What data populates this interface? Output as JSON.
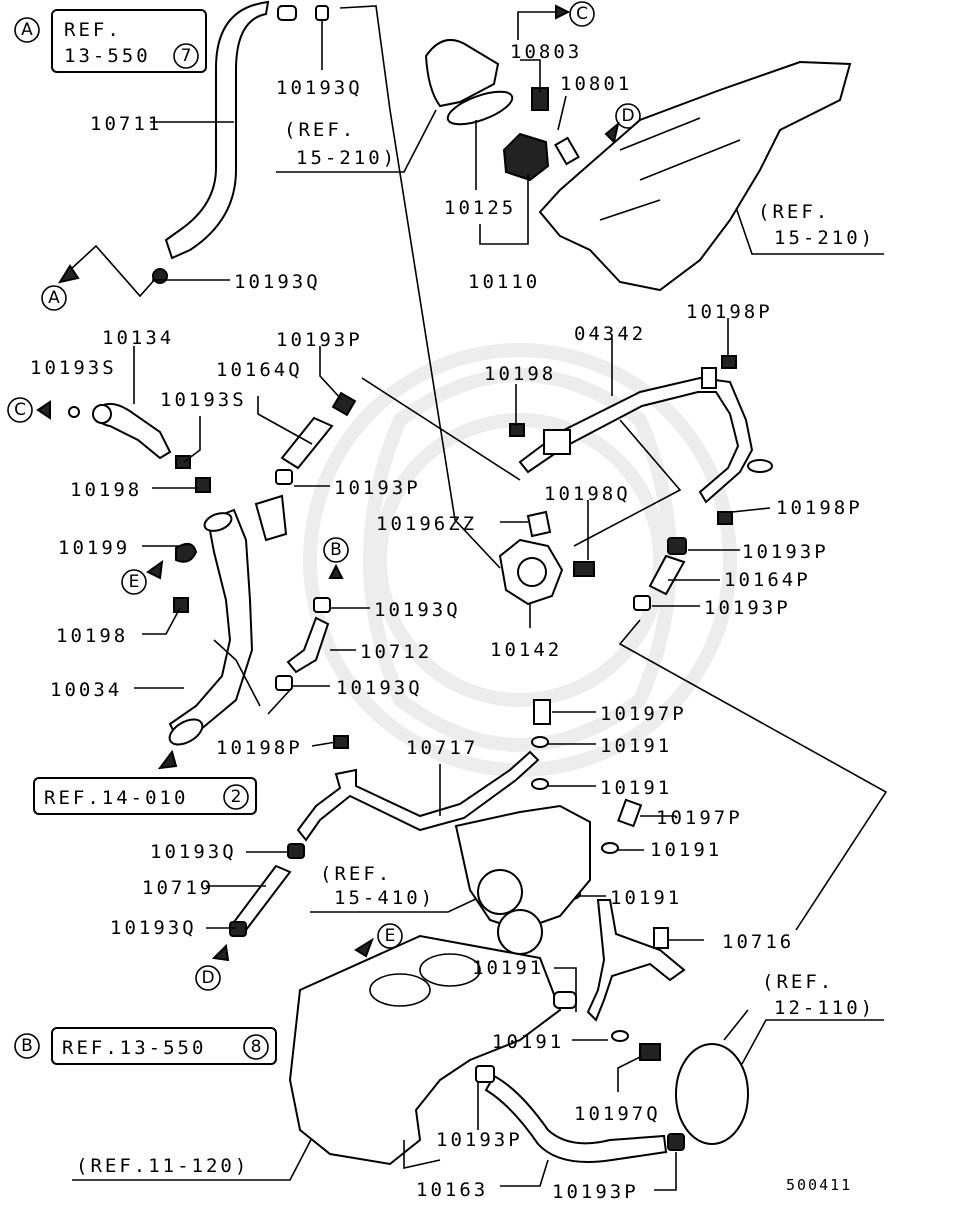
{
  "refs": {
    "a_box_line1": "REF.",
    "a_box_line2": "13-550",
    "a_box_num": "7",
    "b_box": "REF.13-550",
    "b_box_num": "8",
    "ref_14_010": "REF.14-010",
    "ref_14_010_num": "2",
    "ref_15_210_top_l1": "(REF.",
    "ref_15_210_top_l2": "15-210)",
    "ref_15_210_right_l1": "(REF.",
    "ref_15_210_right_l2": "15-210)",
    "ref_15_410_l1": "(REF.",
    "ref_15_410_l2": "15-410)",
    "ref_12_110_l1": "(REF.",
    "ref_12_110_l2": "12-110)",
    "ref_11_120": "(REF.11-120)"
  },
  "markers": {
    "A": "A",
    "B": "B",
    "C": "C",
    "D": "D",
    "E": "E"
  },
  "parts": {
    "p10193Q_top": "10193Q",
    "p10711": "10711",
    "p10193Q_a": "10193Q",
    "p10803": "10803",
    "p10801": "10801",
    "p10125": "10125",
    "p10110": "10110",
    "p10134": "10134",
    "p10193S_a": "10193S",
    "p10193S_b": "10193S",
    "p10193P_a": "10193P",
    "p10164Q": "10164Q",
    "p04342": "04342",
    "p10198P_a": "10198P",
    "p10198_a": "10198",
    "p10198_b": "10198",
    "p10193P_b": "10193P",
    "p10198Q": "10198Q",
    "p10196ZZ": "10196ZZ",
    "p10198P_b": "10198P",
    "p10199": "10199",
    "p10193P_c": "10193P",
    "p10164P": "10164P",
    "p10193P_d": "10193P",
    "p10193Q_b": "10193Q",
    "p10198_c": "10198",
    "p10712": "10712",
    "p10142": "10142",
    "p10034": "10034",
    "p10193Q_c": "10193Q",
    "p10197P_a": "10197P",
    "p10198P_c": "10198P",
    "p10717": "10717",
    "p10191_a": "10191",
    "p10191_b": "10191",
    "p10197P_b": "10197P",
    "p10193Q_d": "10193Q",
    "p10191_c": "10191",
    "p10719": "10719",
    "p10191_d": "10191",
    "p10193Q_e": "10193Q",
    "p10716": "10716",
    "p10191_e": "10191",
    "p10191_f": "10191",
    "p10197Q": "10197Q",
    "p10193P_e": "10193P",
    "p10163": "10163",
    "p10193P_f": "10193P"
  },
  "diagram_code": "500411"
}
